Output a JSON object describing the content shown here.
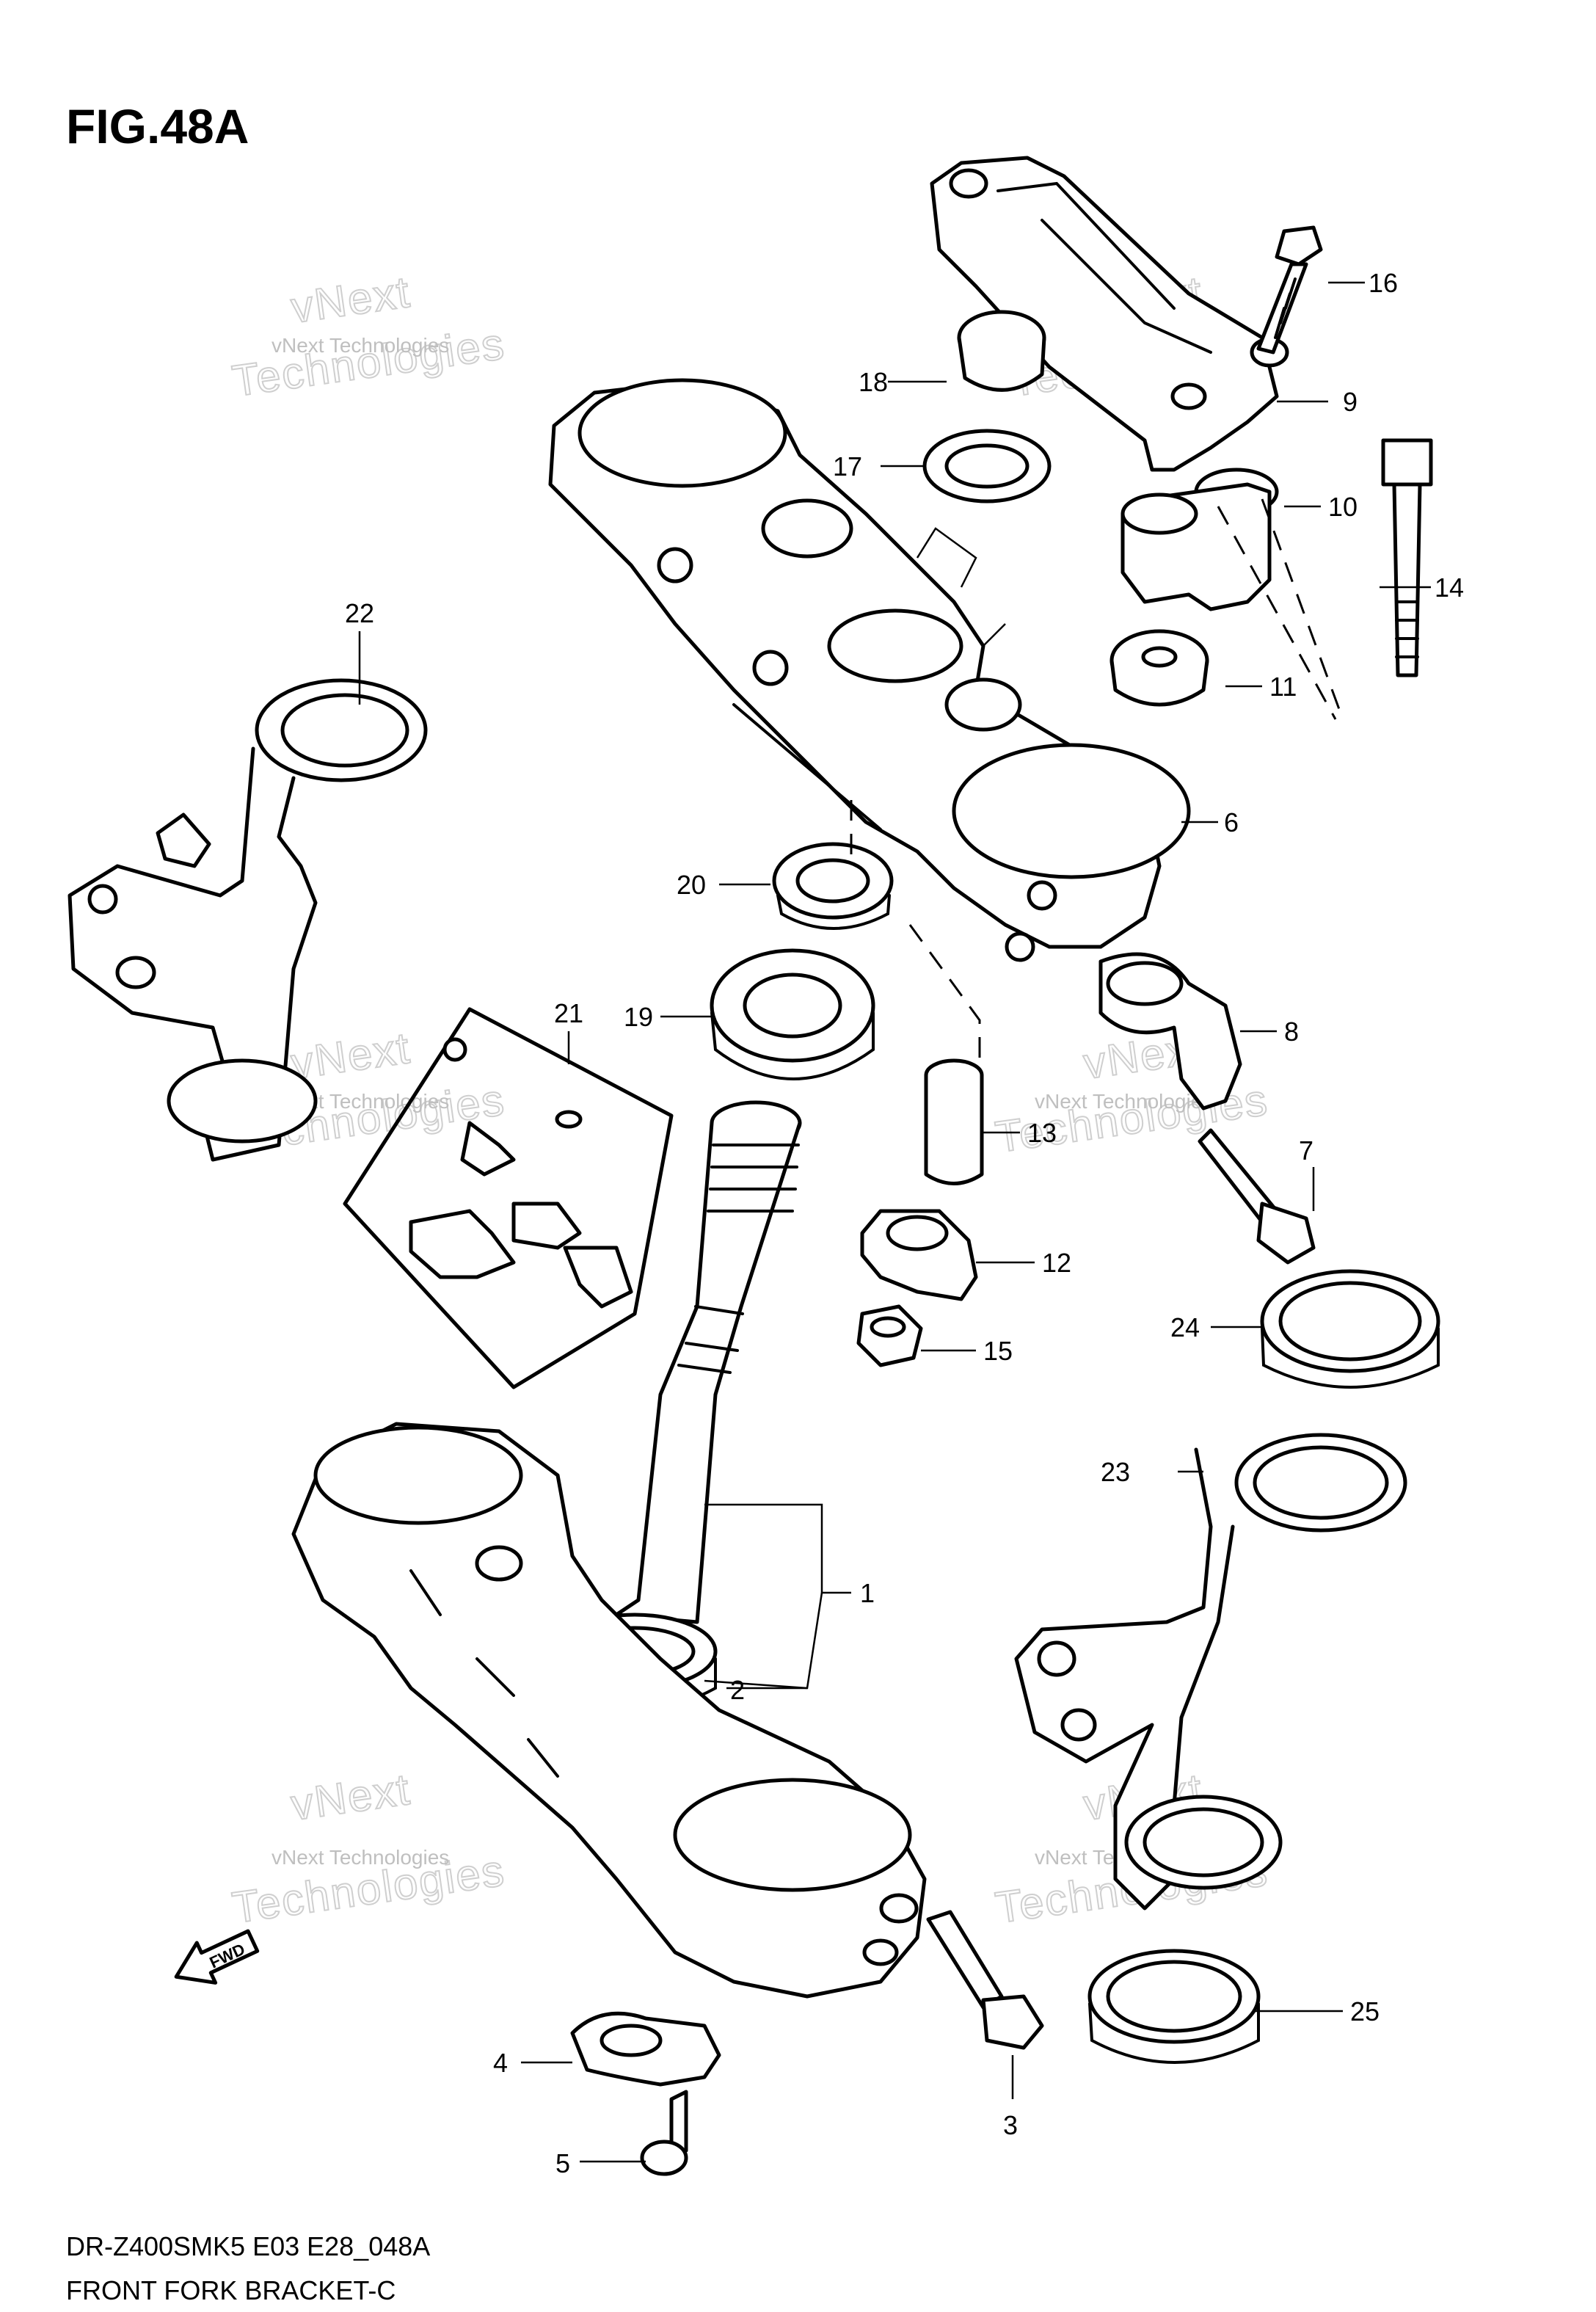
{
  "figure_title": "FIG.48A",
  "footer": {
    "model_code": "DR-Z400SMK5 E03 E28_048A",
    "caption": "FRONT FORK BRACKET-C"
  },
  "direction_marker": "FWD",
  "watermark": {
    "small": "vNext Technologies",
    "large": "Technologies",
    "brand": "vNext"
  },
  "callouts": [
    "1",
    "2",
    "3",
    "4",
    "5",
    "6",
    "7",
    "8",
    "9",
    "10",
    "11",
    "12",
    "13",
    "14",
    "15",
    "16",
    "17",
    "18",
    "19",
    "20",
    "21",
    "22",
    "23",
    "24",
    "25"
  ],
  "colors": {
    "line": "#000000",
    "watermark": "#bfbfbf",
    "background": "#ffffff"
  }
}
